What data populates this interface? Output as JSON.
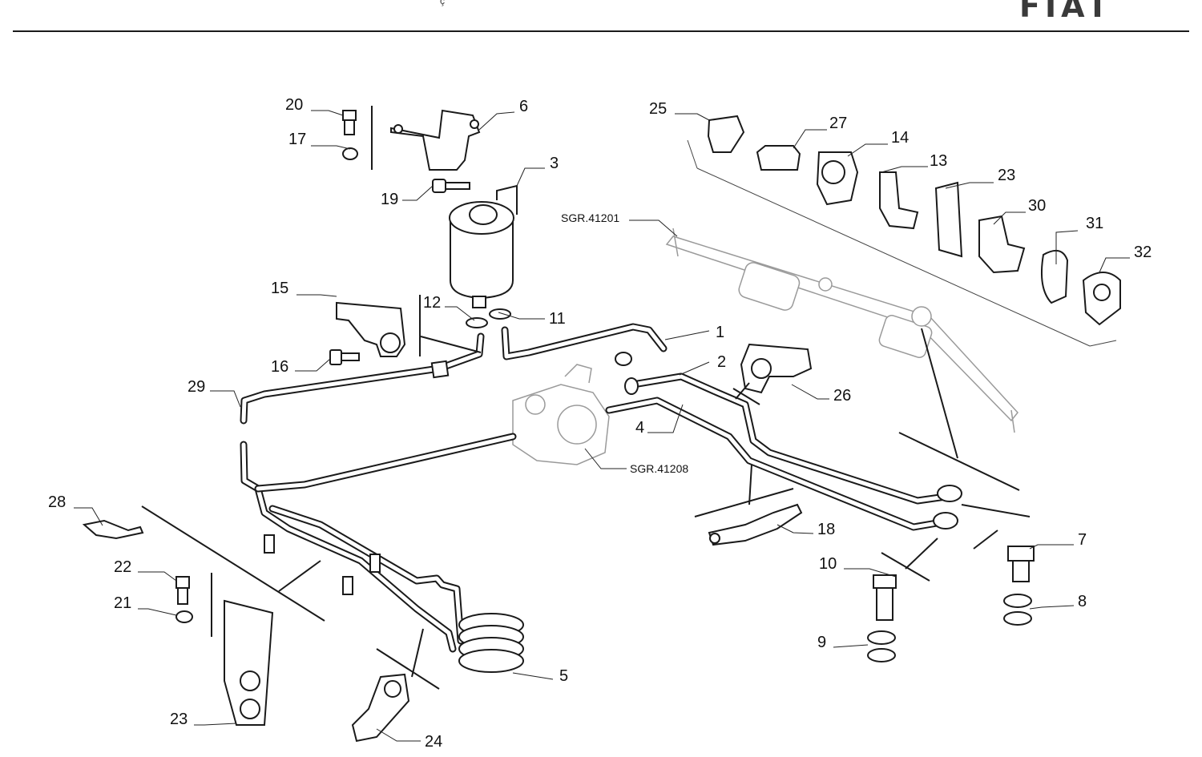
{
  "header": {
    "mark": "ç",
    "brand": "FIAT"
  },
  "colors": {
    "line": "#1a1a1a",
    "ghost": "#9a9a9a",
    "background": "#ffffff"
  },
  "callouts": {
    "c1": "1",
    "c2": "2",
    "c3": "3",
    "c4": "4",
    "c5": "5",
    "c6": "6",
    "c7": "7",
    "c8": "8",
    "c9": "9",
    "c10": "10",
    "c11": "11",
    "c12": "12",
    "c13": "13",
    "c14": "14",
    "c15": "15",
    "c16": "16",
    "c17": "17",
    "c18": "18",
    "c19": "19",
    "c20": "20",
    "c21": "21",
    "c22": "22",
    "c23a": "23",
    "c23b": "23",
    "c24": "24",
    "c25": "25",
    "c26": "26",
    "c27": "27",
    "c28": "28",
    "c29": "29",
    "c30": "30",
    "c31": "31",
    "c32": "32"
  },
  "references": {
    "steering_rack": "SGR.41201",
    "pump": "SGR.41208"
  }
}
